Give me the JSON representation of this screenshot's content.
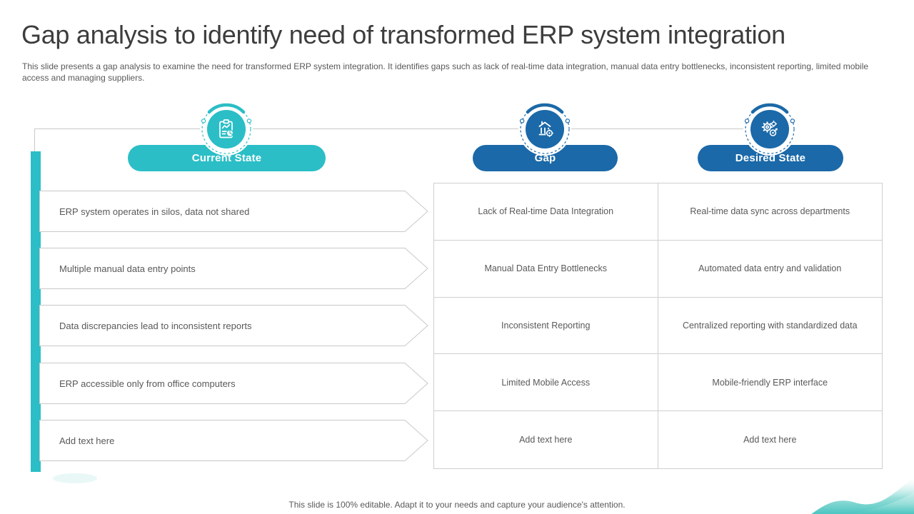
{
  "slide": {
    "title": "Gap analysis to identify need of transformed ERP system integration",
    "subtitle": "This slide presents a gap analysis to examine the need for transformed ERP system integration. It identifies gaps such as lack of real-time data integration, manual data entry bottlenecks, inconsistent reporting, limited mobile access and managing suppliers.",
    "footer": "This slide is 100% editable. Adapt it to your needs and capture your audience's attention."
  },
  "columns": [
    {
      "label": "Current State",
      "icon": "clipboard-chart-icon",
      "color": "#2bbec6"
    },
    {
      "label": "Gap",
      "icon": "bank-target-icon",
      "color": "#1b69a8"
    },
    {
      "label": "Desired State",
      "icon": "gears-target-icon",
      "color": "#1b69a8"
    }
  ],
  "rows": [
    {
      "current": "ERP system operates in silos, data not shared",
      "gap": "Lack of Real-time Data Integration",
      "desired": "Real-time data sync across departments"
    },
    {
      "current": "Multiple manual data entry points",
      "gap": "Manual Data Entry Bottlenecks",
      "desired": "Automated data entry and validation"
    },
    {
      "current": "Data discrepancies lead to inconsistent reports",
      "gap": "Inconsistent Reporting",
      "desired": "Centralized reporting with standardized data"
    },
    {
      "current": "ERP accessible only from office computers",
      "gap": "Limited Mobile Access",
      "desired": "Mobile-friendly ERP interface"
    },
    {
      "current": "Add text here",
      "gap": "Add text here",
      "desired": "Add text here"
    }
  ],
  "colors": {
    "teal": "#2bbec6",
    "blue": "#1b69a8",
    "line_gray": "#c9c9c9",
    "text_gray": "#595959",
    "title_color": "#3d3d3d"
  }
}
